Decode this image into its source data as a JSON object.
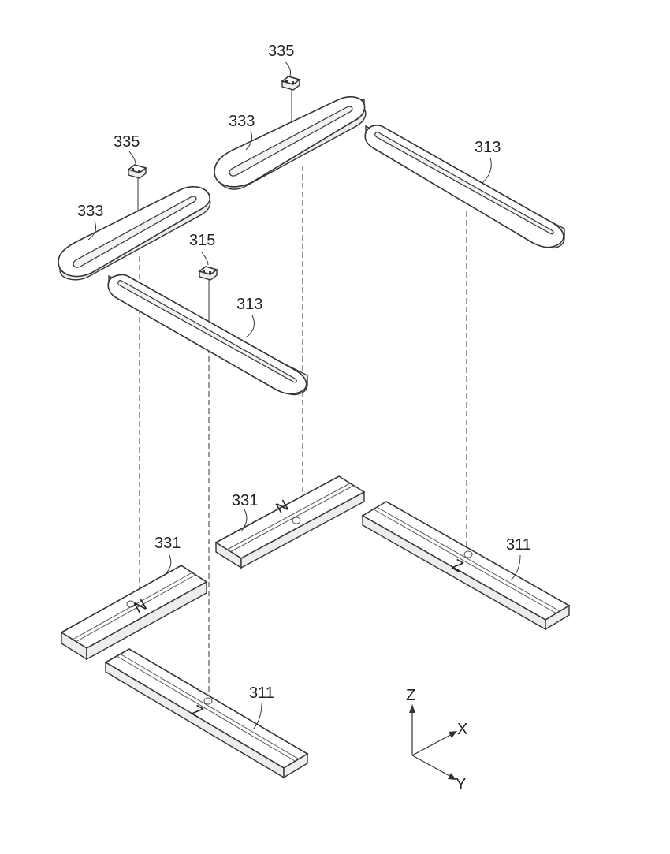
{
  "labels": {
    "magnet_a": "335",
    "magnet_b": "335",
    "magnet_c": "315",
    "coil_upper_a": "333",
    "coil_upper_b": "333",
    "coil_right": "313",
    "coil_front": "313",
    "base_center": "331",
    "base_left": "331",
    "bar_right": "311",
    "bar_front": "311"
  },
  "axes": {
    "z": "Z",
    "x": "X",
    "y": "Y"
  }
}
